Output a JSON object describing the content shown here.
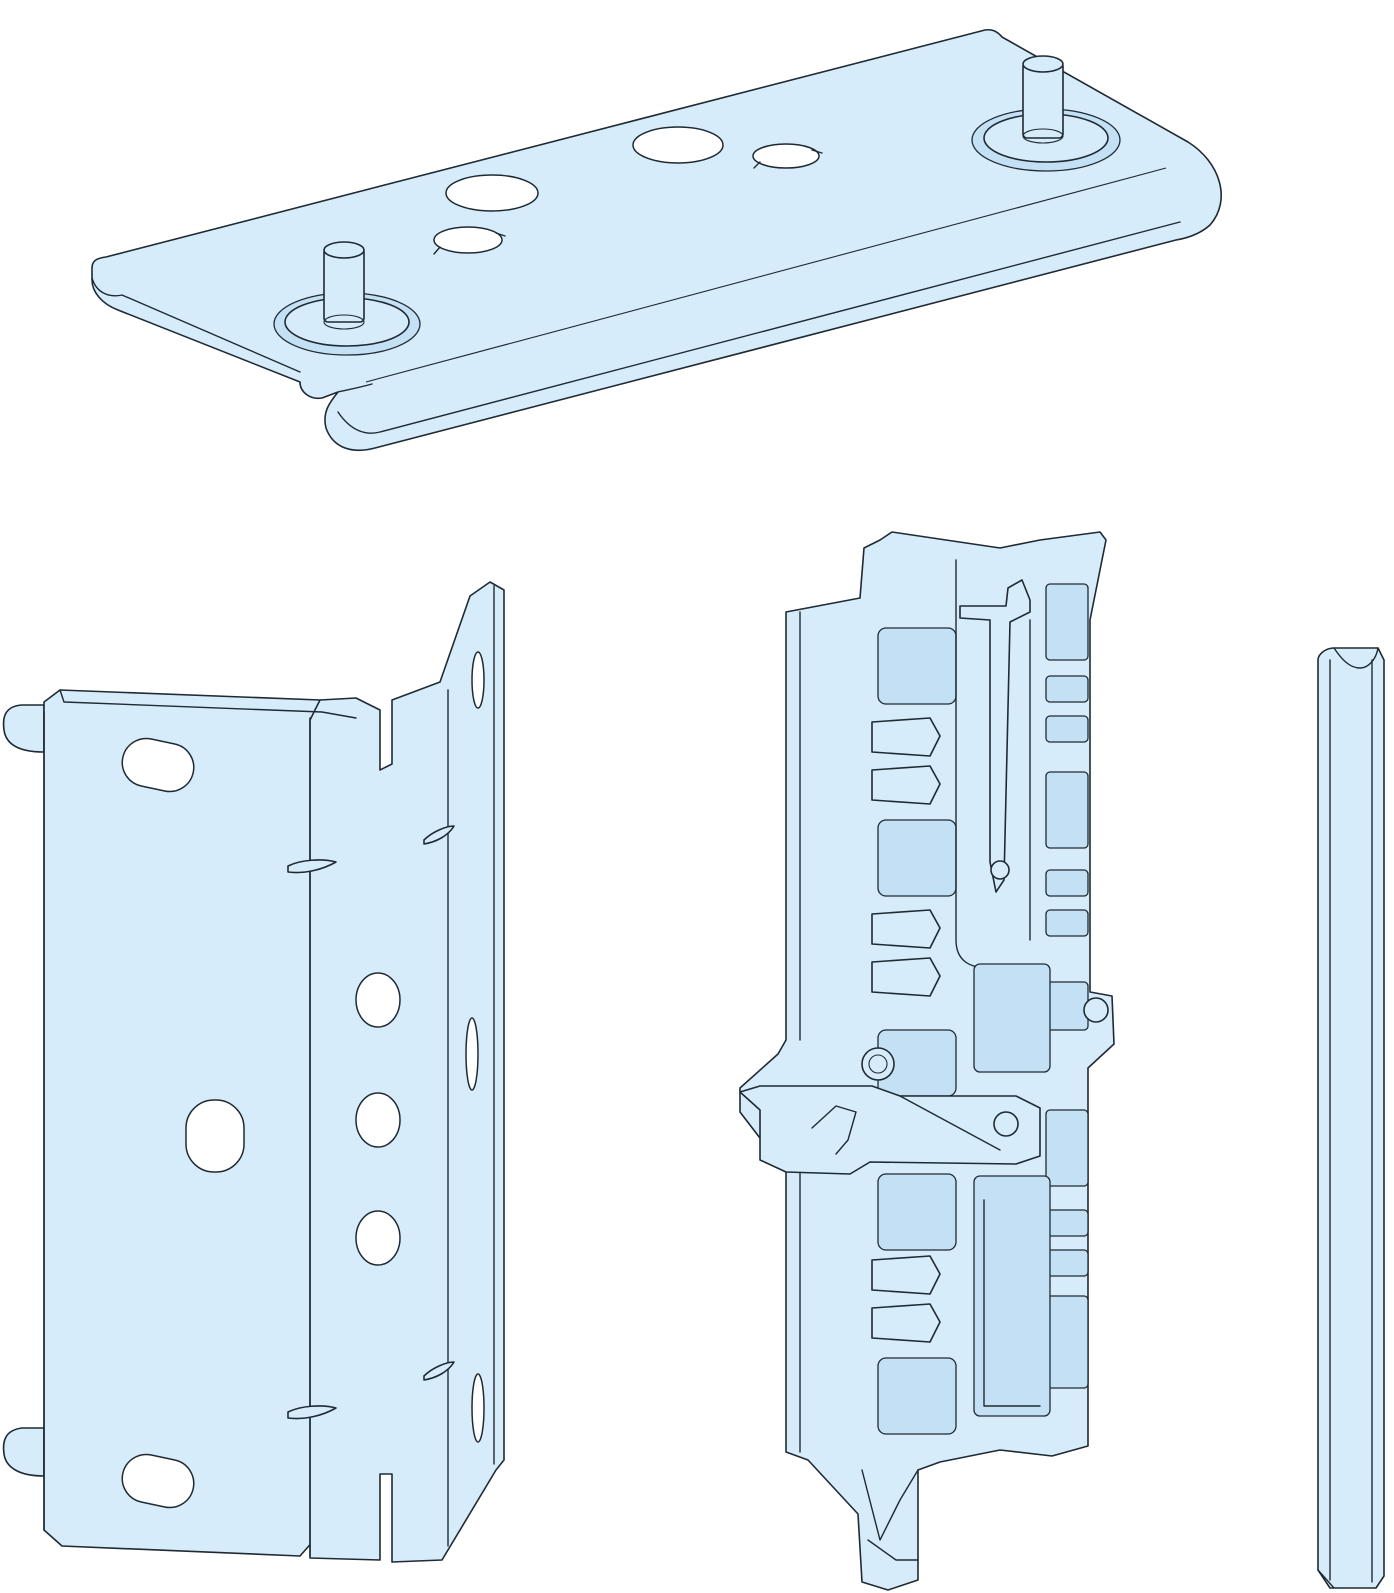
{
  "colors": {
    "part_fill": "#d6ecfa",
    "part_shade": "#c3e0f4",
    "outline": "#1f2a33",
    "background": "#ffffff"
  },
  "parts": [
    {
      "id": "mounting-plate"
    },
    {
      "id": "angle-bracket"
    },
    {
      "id": "rail-clip"
    },
    {
      "id": "profile-bar"
    }
  ]
}
